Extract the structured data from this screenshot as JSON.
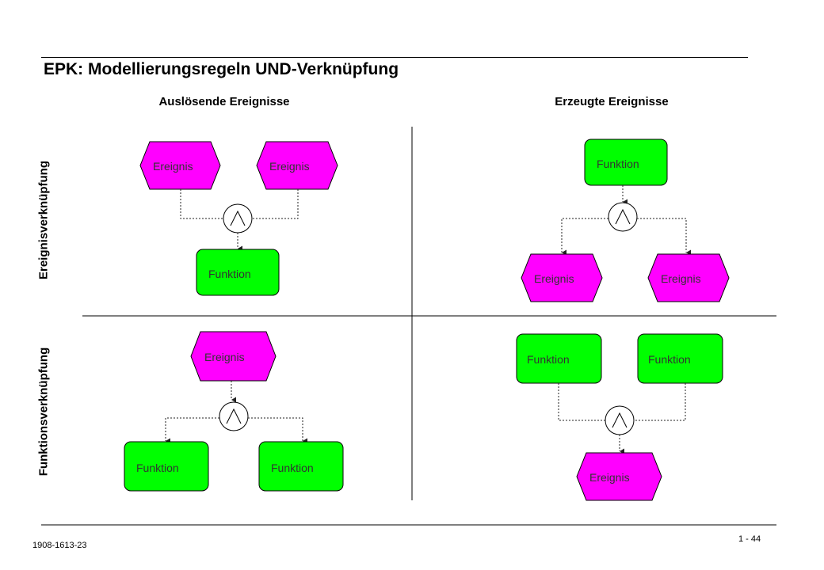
{
  "title": "EPK: Modellierungsregeln UND-Verknüpfung",
  "column_headers": {
    "left": "Auslösende Ereignisse",
    "right": "Erzeugte Ereignisse"
  },
  "row_headers": {
    "top": "Ereignisverknüpfung",
    "bottom": "Funktionsverknüpfung"
  },
  "node_labels": {
    "event": "Ereignis",
    "function": "Funktion"
  },
  "colors": {
    "event_fill": "#ff00ff",
    "function_fill": "#00ff00",
    "connector_fill": "#ffffff"
  },
  "icons": {
    "and_connector": "and-operator-icon"
  },
  "footer": {
    "document_id": "1908-1613-23",
    "page": "1 - 44"
  }
}
